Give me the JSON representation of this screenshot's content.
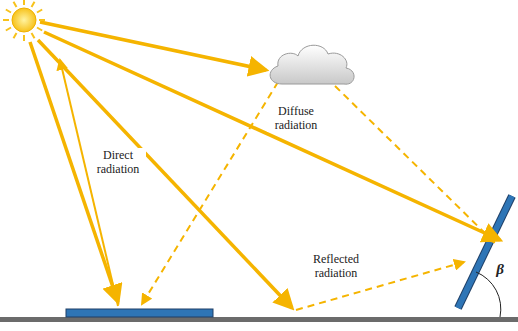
{
  "diagram": {
    "labels": [
      "Direct radiation",
      "Diffuse radiation",
      "Reflected radiation",
      "β"
    ]
  }
}
